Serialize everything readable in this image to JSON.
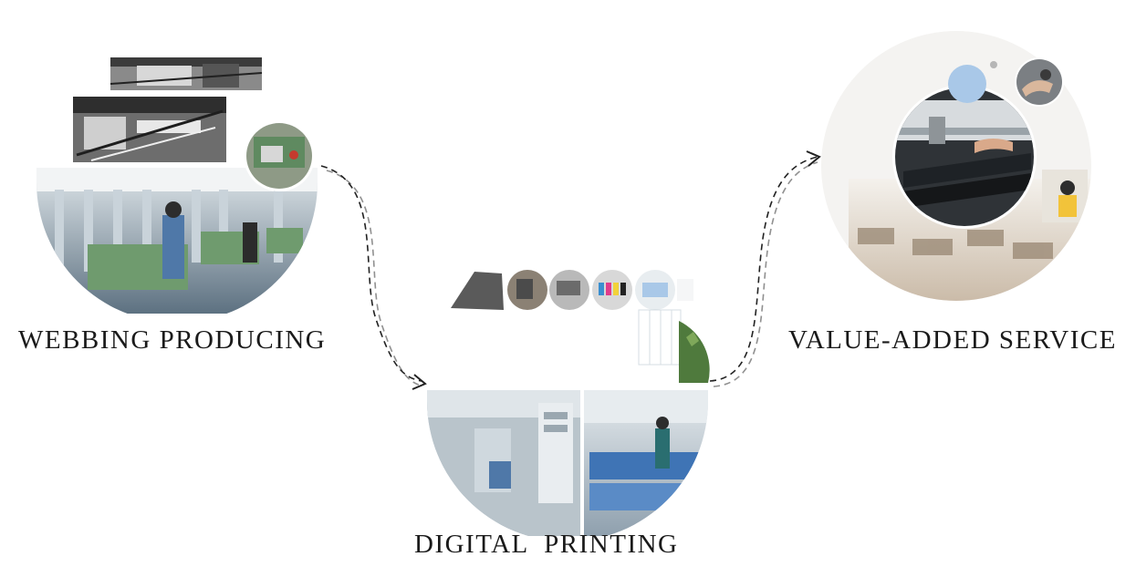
{
  "stages": [
    {
      "label": "WEBBING PRODUCING"
    },
    {
      "label": "DIGITAL  PRINTING"
    },
    {
      "label": "VALUE-ADDED SERVICE"
    }
  ],
  "colors": {
    "text": "#1a1a1a",
    "arrow": "#222222",
    "accent_blue": "#a9c8e8",
    "machine_green": "#6f9b6e",
    "floor_blue": "#4f78a8",
    "background": "#ffffff"
  }
}
